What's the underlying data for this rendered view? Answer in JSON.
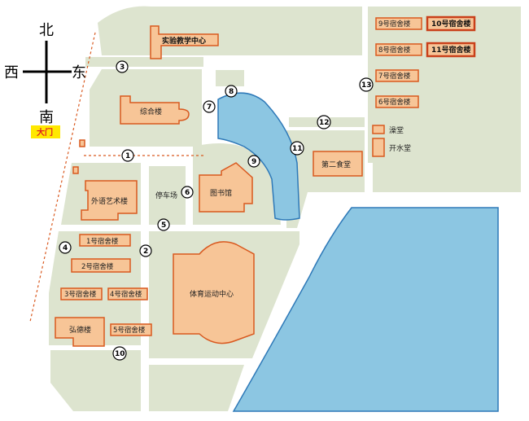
{
  "compass": {
    "north": "北",
    "south": "南",
    "west": "西",
    "east": "东"
  },
  "gate": {
    "label": "大门"
  },
  "buildings": {
    "experiment_center": "实验教学中心",
    "complex": "综合楼",
    "foreign_arts": "外语艺术楼",
    "parking": "停车场",
    "library": "图书馆",
    "dining2": "第二食堂",
    "classroom": "澡堂",
    "water_room": "开水堂",
    "sports_center": "体育运动中心",
    "hongde": "弘德楼",
    "dorm1": "1号宿舍楼",
    "dorm2": "2号宿舍楼",
    "dorm3": "3号宿舍楼",
    "dorm4": "4号宿舍楼",
    "dorm5": "5号宿舍楼",
    "dorm6": "6号宿舍楼",
    "dorm7": "7号宿舍楼",
    "dorm8": "8号宿舍楼",
    "dorm9": "9号宿舍楼",
    "dorm10": "10号宿舍楼",
    "dorm11": "11号宿舍楼"
  },
  "markers": [
    "1",
    "2",
    "3",
    "4",
    "5",
    "6",
    "7",
    "8",
    "9",
    "10",
    "11",
    "12",
    "13"
  ],
  "colors": {
    "block": "#dde4cf",
    "building": "#f7c597",
    "building_outline": "#d9591f",
    "water": "#8cc6e2",
    "gate": "#ffe800"
  }
}
